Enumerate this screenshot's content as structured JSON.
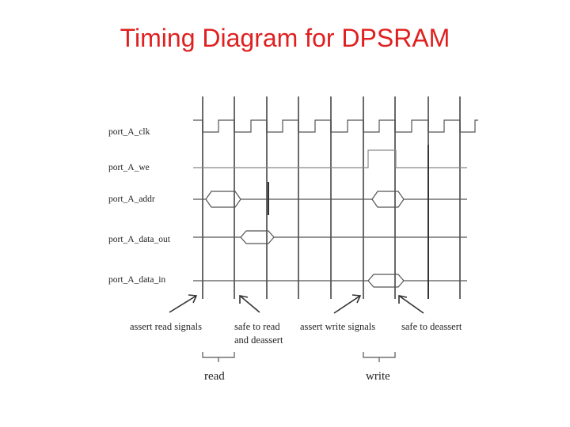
{
  "title": "Timing Diagram for DPSRAM",
  "signals": [
    {
      "name": "port_A_clk",
      "type": "clock"
    },
    {
      "name": "port_A_we",
      "type": "pulse"
    },
    {
      "name": "port_A_addr",
      "type": "bus"
    },
    {
      "name": "port_A_data_out",
      "type": "bus"
    },
    {
      "name": "port_A_data_in",
      "type": "bus"
    }
  ],
  "annotations": [
    {
      "line1": "assert read signals",
      "line2": ""
    },
    {
      "line1": "safe to read",
      "line2": "and deassert"
    },
    {
      "line1": "assert write signals",
      "line2": ""
    },
    {
      "line1": "safe to deassert",
      "line2": ""
    }
  ],
  "groups": [
    {
      "label": "read"
    },
    {
      "label": "write"
    }
  ],
  "colors": {
    "title": "#e02020",
    "lines": "#555555",
    "text": "#222222"
  }
}
